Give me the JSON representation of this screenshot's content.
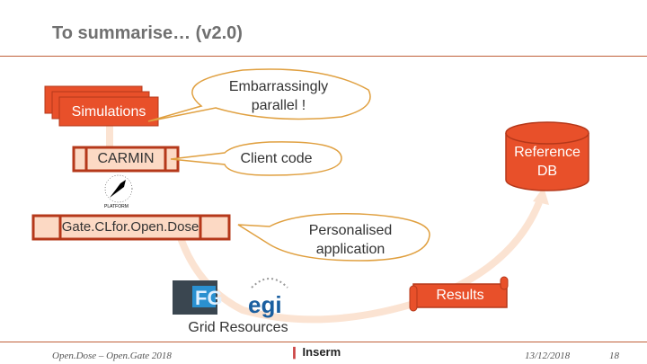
{
  "slide": {
    "title": "To summarise… (v2.0)",
    "nodes": {
      "simulations": "Simulations",
      "carmin": "CARMIN",
      "gate": "Gate.CLfor.Open.Dose",
      "reference_db_line1": "Reference",
      "reference_db_line2": "DB",
      "results": "Results",
      "grid_resources": "Grid Resources"
    },
    "callouts": {
      "parallel_line1": "Embarrassingly",
      "parallel_line2": "parallel !",
      "client_code": "Client code",
      "personalised_line1": "Personalised",
      "personalised_line2": "application"
    },
    "logos": {
      "vip": "VIRTUAL IMAGING PLATFORM",
      "fg": "FG",
      "egi": "egi",
      "inserm": "Inserm"
    },
    "colors": {
      "accent": "#e8502a",
      "accent_dark": "#b5381a",
      "light_fill": "#fcd9c4",
      "callout_stroke": "#e0a040",
      "arc": "#fbe3d2"
    }
  },
  "footer": {
    "left": "Open.Dose – Open.Gate 2018",
    "date": "13/12/2018",
    "page": "18"
  }
}
